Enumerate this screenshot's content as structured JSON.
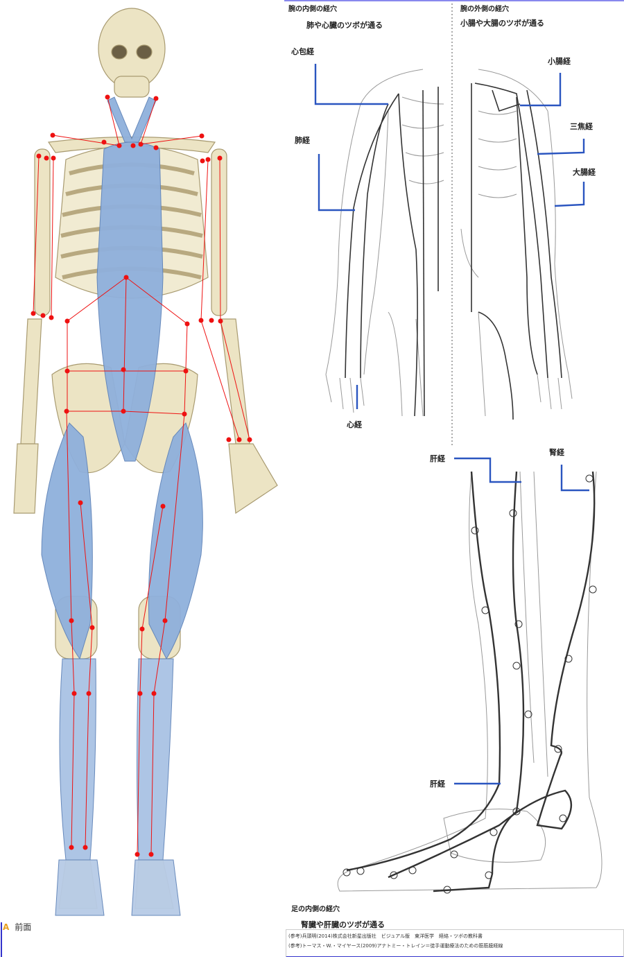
{
  "figure": {
    "caption_letter": "A",
    "caption_text": "前面"
  },
  "arm_inner": {
    "title": "腕の内側の経穴",
    "subtitle": "肺や心臓のツボが通る",
    "labels": [
      "心包経",
      "肺経",
      "心経"
    ]
  },
  "arm_outer": {
    "title": "腕の外側の経穴",
    "subtitle": "小腸や大腸のツボが通る",
    "labels": [
      "小腸経",
      "三焦経",
      "大腸経"
    ]
  },
  "leg_inner": {
    "labels": [
      "肝経",
      "腎経",
      "肝経"
    ],
    "title": "足の内側の経穴",
    "subtitle": "腎臓や肝臓のツボが通る"
  },
  "references": [
    "(参考)兵頭明(2014)株式会社新星出版社　ビジュアル版　東洋医学　経絡・ツボの教科書",
    "(参考)トーマス・W.・マイヤース(2009)アナトミー・トレイン＝徒手運動療法のための筋筋膜経線"
  ],
  "colors": {
    "meridian_line": "#2a55c0",
    "marker": "#ee1111",
    "muscle": "#8fb0dc",
    "bone": "#ece4c4"
  }
}
